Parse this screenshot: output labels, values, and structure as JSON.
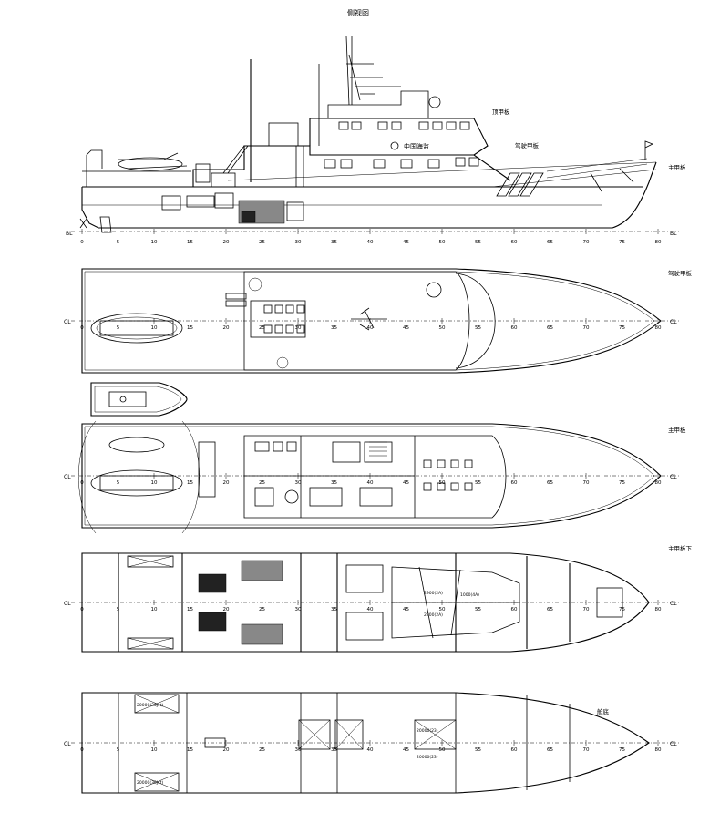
{
  "drawing": {
    "views": {
      "side": {
        "title": "侧视图"
      },
      "bridge_top": {
        "title": "驾驶甲板"
      },
      "main": {
        "title": "主甲板"
      },
      "below": {
        "title": "主甲板下"
      },
      "bottom": {
        "title": "舱底"
      }
    },
    "side_labels": {
      "top_deck": "顶甲板",
      "bridge_deck": "驾驶甲板",
      "main_deck": "主甲板",
      "baseline": "BL",
      "hull_text": "中国海监"
    },
    "centerline": "CL",
    "frame_numbers": [
      "0",
      "5",
      "10",
      "15",
      "20",
      "25",
      "30",
      "35",
      "40",
      "45",
      "50",
      "55",
      "60",
      "65",
      "70",
      "75",
      "80"
    ],
    "tank_labels": {
      "below_1": "2900(2A)",
      "below_2": "1000(4A)",
      "below_3": "2900(2A)",
      "bottom_1": "20000(30Jct)",
      "bottom_2": "20000(30Jct)",
      "bottom_3": "20000(23)",
      "bottom_4": "20000(23)"
    }
  }
}
